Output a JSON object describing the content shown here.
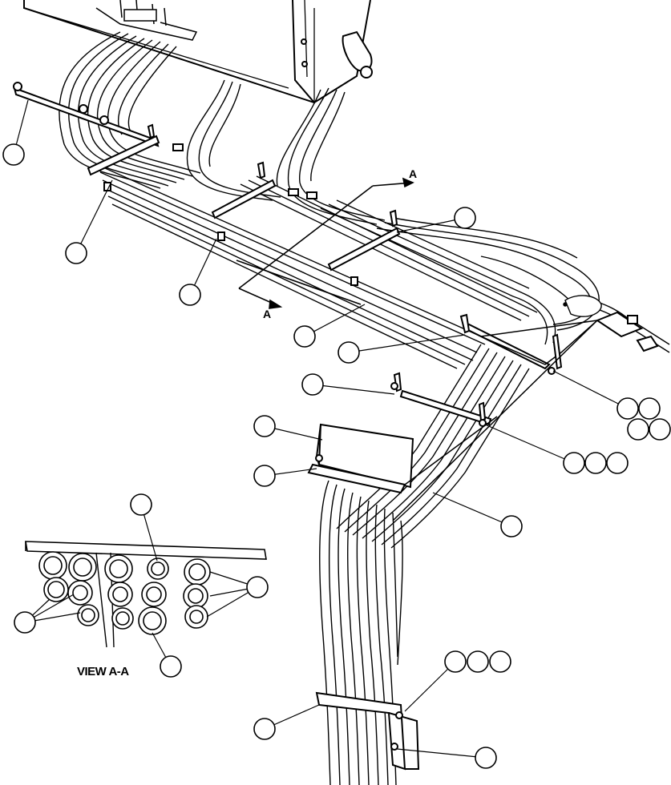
{
  "diagram": {
    "section_marker": "A",
    "view_caption": "VIEW A-A",
    "callouts": [
      {
        "id": "c1",
        "label": ""
      },
      {
        "id": "c2",
        "label": ""
      },
      {
        "id": "c3",
        "label": ""
      },
      {
        "id": "c4",
        "label": ""
      },
      {
        "id": "c5",
        "label": ""
      },
      {
        "id": "c6",
        "label": ""
      },
      {
        "id": "c7",
        "label": ""
      },
      {
        "id": "c8",
        "label": ""
      },
      {
        "id": "c9",
        "label": ""
      },
      {
        "id": "c10",
        "label": ""
      },
      {
        "id": "c11",
        "label": ""
      },
      {
        "id": "c12",
        "label": ""
      },
      {
        "id": "c13",
        "label": ""
      },
      {
        "id": "c14",
        "label": ""
      },
      {
        "id": "c15",
        "label": ""
      },
      {
        "id": "c16",
        "label": ""
      },
      {
        "id": "c17",
        "label": ""
      },
      {
        "id": "c18",
        "label": ""
      },
      {
        "id": "c19",
        "label": ""
      },
      {
        "id": "c20",
        "label": ""
      },
      {
        "id": "c21",
        "label": ""
      },
      {
        "id": "c22",
        "label": ""
      },
      {
        "id": "c23",
        "label": ""
      },
      {
        "id": "c24",
        "label": ""
      },
      {
        "id": "c25",
        "label": ""
      },
      {
        "id": "c26",
        "label": ""
      },
      {
        "id": "c27",
        "label": ""
      }
    ],
    "colors": {
      "ink": "#000000",
      "paper": "#ffffff"
    }
  }
}
